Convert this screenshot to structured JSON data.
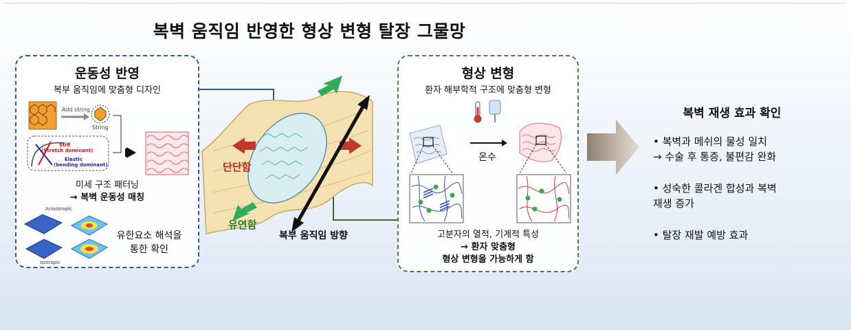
{
  "title": "복벽 움직임 반영한 형상 변형 탈장 그물망",
  "left_panel": {
    "heading": "운동성 반영",
    "subheading": "복부 움직임에 맞춤형 디자인",
    "add_string": "Add string",
    "string": "String",
    "stiff_line1": "Stiff",
    "stiff_line2": "(Stretch dominant)",
    "elastic_line1": "Elastic",
    "elastic_line2": "(bending dominant)",
    "caption1": "미세 구조 패터닝",
    "caption2": "→ 복벽 운동성 매칭",
    "anisotropic": "Anisotropic",
    "isotropic": "Isotropic",
    "fea_line1": "유한요소 해석을",
    "fea_line2": "통한 확인"
  },
  "center": {
    "stiff_label": "단단함",
    "flexible_label": "유연함",
    "direction_label": "복부 움직임 방향"
  },
  "right_panel": {
    "heading": "형상 변형",
    "subheading": "환자 해부학적 구조에 맞춤형 변형",
    "temp_label": "온수",
    "caption1": "고분자의 열적, 기계적 특성",
    "caption2": "→ 환자 맞춤형",
    "caption3": "형상 변형을 가능하게 함"
  },
  "result": {
    "title": "복벽 재생 효과 확인",
    "bullet1_line1": "• 복벽과 메쉬의 물성 일치",
    "bullet1_line2": " → 수술 후 통증, 불편감 완화",
    "bullet2_line1": "• 성숙한 콜라겐 합성과 복벽",
    "bullet2_line2": "재생 증가",
    "bullet3": "• 탈장 재발 예방 효과"
  },
  "colors": {
    "left_border": "#2c5aa0",
    "right_border": "#4f7a3a",
    "red_arrow": "#c0392b",
    "green_arrow": "#2eae5a"
  }
}
